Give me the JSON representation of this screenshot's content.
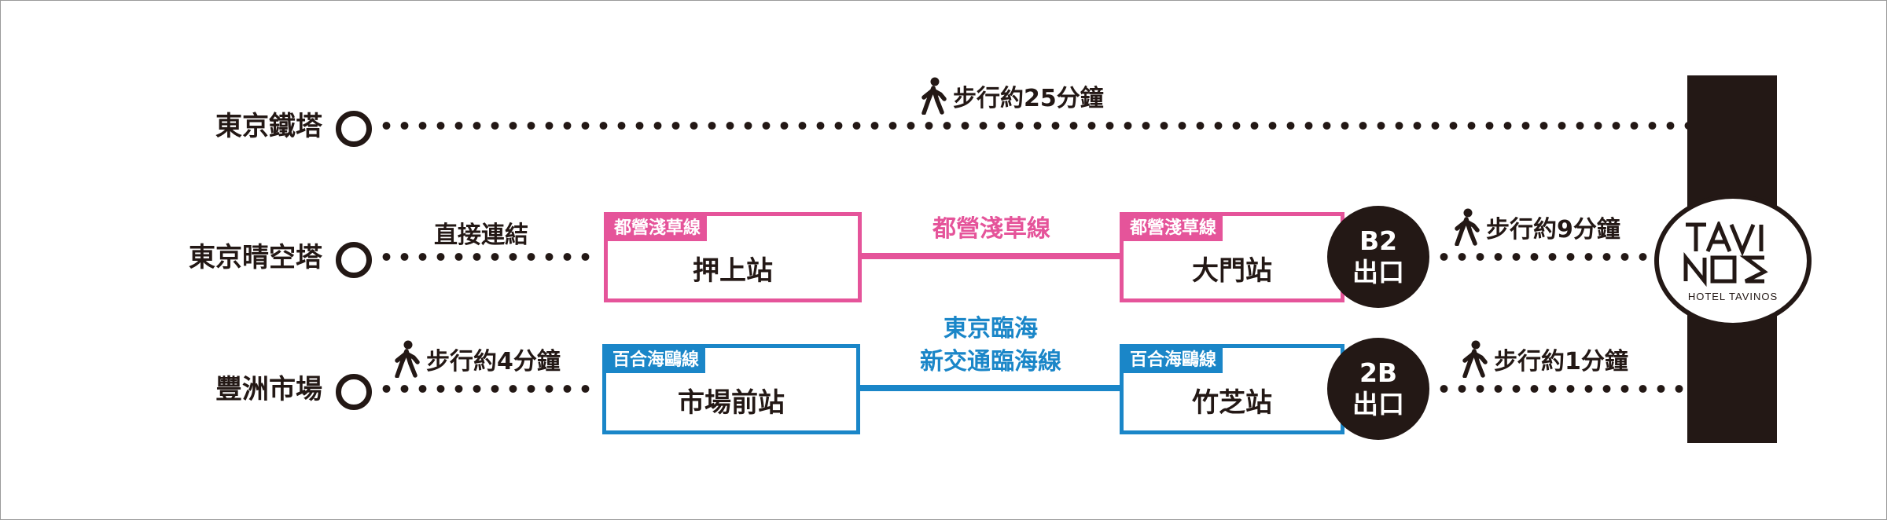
{
  "colors": {
    "asakusa": "#e5549a",
    "rinkai": "#1a86c8",
    "ink": "#231815"
  },
  "rows": [
    {
      "destination": "東京鐵塔",
      "walk": "步行約25分鐘",
      "walk_icon": "walking-person-icon"
    },
    {
      "destination": "東京晴空塔",
      "connection": "直接連結",
      "from_station": {
        "line": "都營淺草線",
        "name": "押上站"
      },
      "line_name": "都營淺草線",
      "to_station": {
        "line": "都營淺草線",
        "name": "大門站"
      },
      "exit": {
        "line1": "B2",
        "line2": "出口"
      },
      "walk": "步行約9分鐘",
      "walk_icon": "walking-person-icon"
    },
    {
      "destination": "豐洲市場",
      "walk_from": "步行約4分鐘",
      "from_station": {
        "line": "百合海鷗線",
        "name": "市場前站"
      },
      "line_name_1": "東京臨海",
      "line_name_2": "新交通臨海線",
      "to_station": {
        "line": "百合海鷗線",
        "name": "竹芝站"
      },
      "exit": {
        "line1": "2B",
        "line2": "出口"
      },
      "walk": "步行約1分鐘",
      "walk_icon": "walking-person-icon"
    }
  ],
  "hotel": {
    "logo_line1": "TAVI",
    "logo_line2": "NOS",
    "logo_sub": "HOTEL TAVINOS"
  }
}
